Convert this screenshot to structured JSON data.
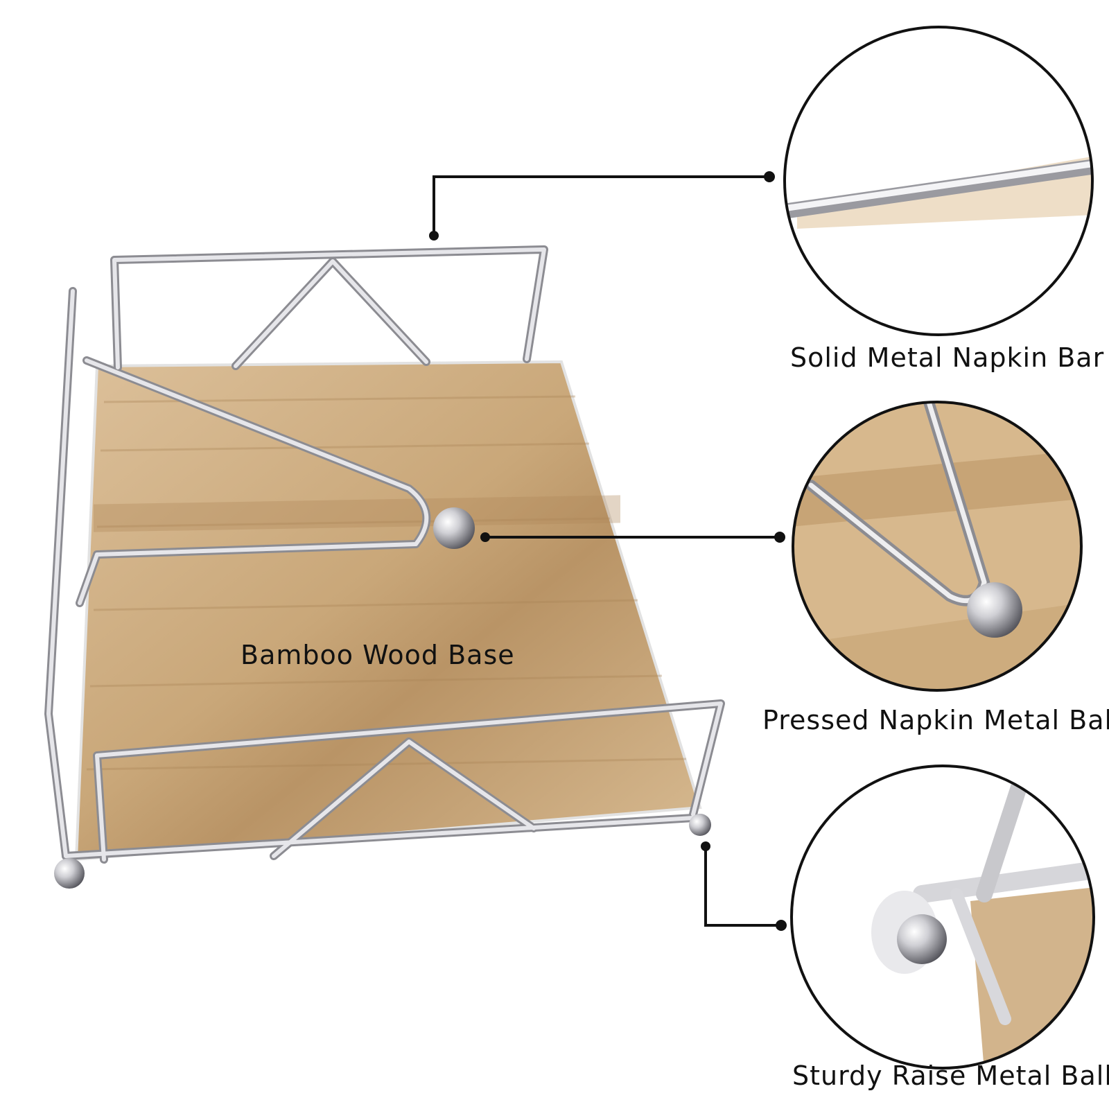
{
  "colors": {
    "wood": "#d2b48c",
    "wood_dark": "#b58d5e",
    "chrome": "#c8c8cc",
    "chrome_dark": "#8c8c92",
    "callout_line": "#111111",
    "background": "#ffffff"
  },
  "callouts": {
    "napkin_bar": "Solid Metal Napkin Bar",
    "pressed_ball": "Pressed Napkin Metal Ball",
    "raise_ball": "Sturdy Raise Metal Ball"
  },
  "base_label": "Bamboo Wood Base"
}
